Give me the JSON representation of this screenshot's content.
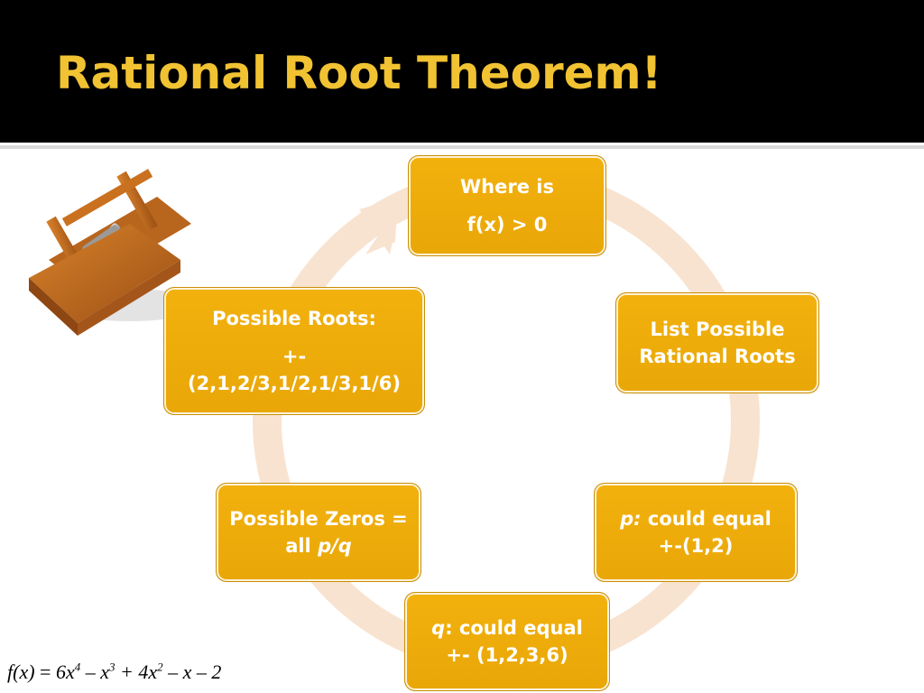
{
  "slide": {
    "title": "Rational Root Theorem!",
    "formula": {
      "fx": "f(x)",
      "eq": " =  ",
      "t1": "6x",
      "e1": "4",
      "t2": " – x",
      "e2": "3",
      "t3": " + 4x",
      "e3": "2",
      "t4": " – x – 2"
    }
  },
  "cycle": {
    "nodes": [
      {
        "line1": "Where is",
        "line2": "f(x) > 0"
      },
      {
        "line1": "List Possible",
        "line2": "Rational Roots"
      },
      {
        "italic": "p:",
        "rest": "  could equal",
        "line2": "+-(1,2)"
      },
      {
        "italic": "q",
        "rest": ": could equal",
        "line2": "+- (1,2,3,6)"
      },
      {
        "line1": "Possible Zeros =",
        "plain": "all ",
        "italic": "p/q"
      },
      {
        "line1": "Possible Roots:",
        "line2": "+-",
        "line3": "(2,1,2/3,1/2,1/3,1/6)"
      }
    ]
  },
  "colors": {
    "header": "#000000",
    "title": "#f1c232",
    "node_fill": "#eeaa0b",
    "cycle_ring": "#f8e3d0"
  },
  "icons": {
    "toolbox": "toolbox-with-hammer-and-wrench-icon"
  }
}
